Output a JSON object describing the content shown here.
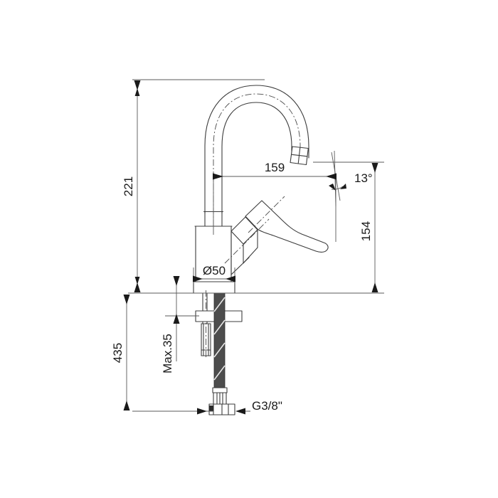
{
  "document": {
    "type": "technical-drawing",
    "subject": "kitchen-mixer-tap",
    "view": "side-elevation",
    "background_color": "#ffffff",
    "line_color": "#3c3c3c",
    "dimension_color": "#5a5a5a",
    "text_color": "#1a1a1a"
  },
  "dimensions": {
    "spout_height": {
      "label": "221",
      "orientation": "vertical",
      "unit": "mm"
    },
    "spout_reach": {
      "label": "159",
      "orientation": "horizontal",
      "unit": "mm"
    },
    "outlet_angle": {
      "label": "13°",
      "orientation": "angular",
      "unit": "degrees"
    },
    "outlet_height": {
      "label": "154",
      "orientation": "vertical",
      "unit": "mm"
    },
    "base_diameter": {
      "label": "Ø50",
      "orientation": "horizontal",
      "unit": "mm"
    },
    "max_counter_thickness": {
      "label": "Max.35",
      "orientation": "vertical",
      "unit": "mm"
    },
    "hose_length": {
      "label": "435",
      "orientation": "vertical",
      "unit": "mm"
    },
    "supply_thread": {
      "label": "G3/8\"",
      "orientation": "horizontal",
      "unit": "thread"
    }
  }
}
